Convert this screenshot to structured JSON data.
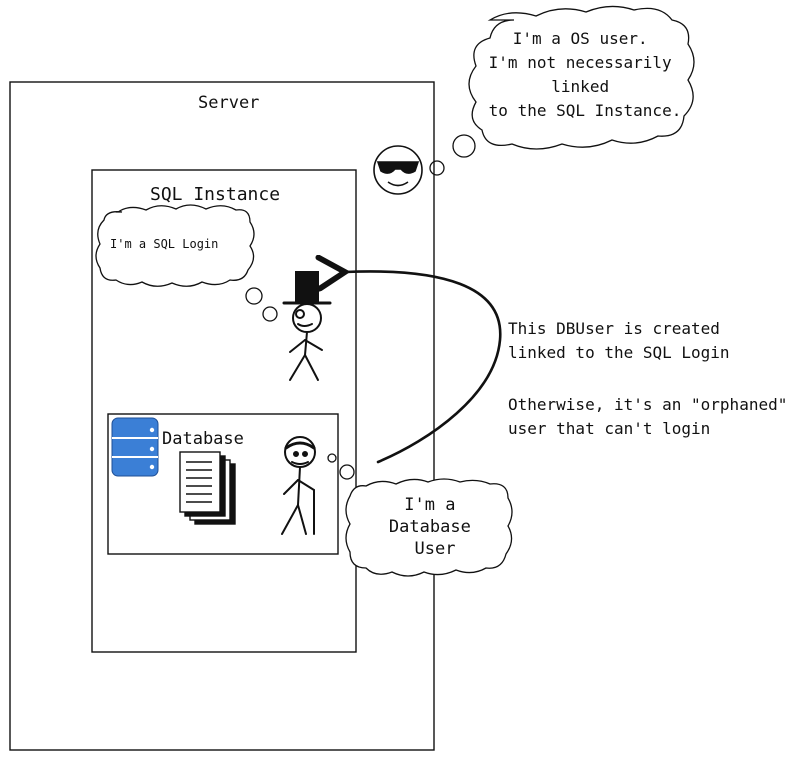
{
  "server": {
    "label": "Server"
  },
  "sql_instance": {
    "label": "SQL Instance"
  },
  "database": {
    "label": "Database"
  },
  "sql_login_bubble": {
    "text": "I'm a SQL Login"
  },
  "os_user_bubble": {
    "lines": [
      "I'm a OS user.",
      "I'm not necessarily",
      "linked",
      "to the SQL Instance."
    ]
  },
  "db_user_bubble": {
    "lines": [
      "I'm a",
      "Database",
      "User"
    ]
  },
  "annotation": {
    "line1": "This DBUser is created",
    "line2": "linked to the SQL Login",
    "line3": "Otherwise, it's an \"orphaned\"",
    "line4": "user that can't login"
  },
  "icons": [
    "database-stack-icon",
    "documents-icon",
    "top-hat-figure-icon",
    "old-man-figure-icon",
    "sunglasses-face-icon"
  ],
  "colors": {
    "database_blue": "#3b7fd6",
    "stroke": "#111111"
  }
}
